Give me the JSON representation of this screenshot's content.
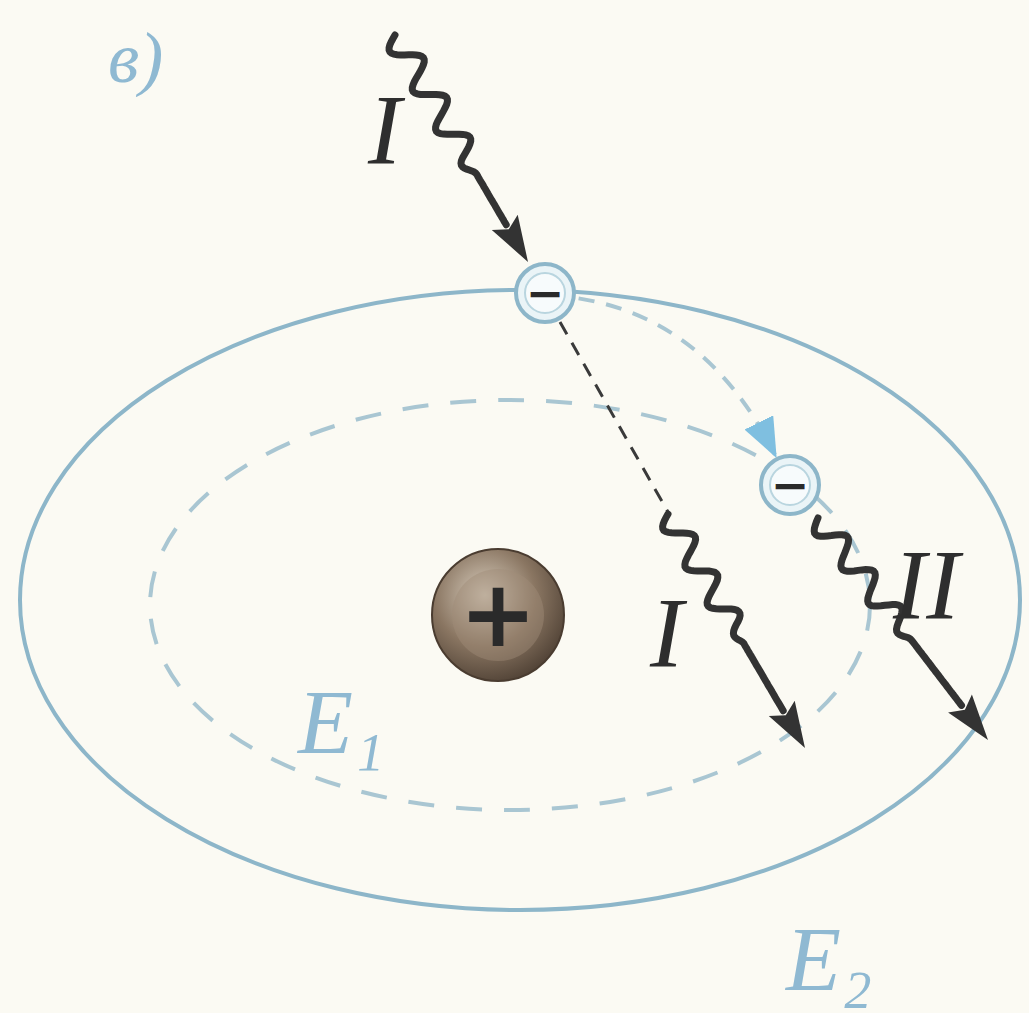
{
  "diagram": {
    "nodes": [
      {
        "text": [
          "−"
        ]
      },
      {
        "text": [
          "−"
        ]
      },
      {
        "text": [
          "+"
        ]
      }
    ],
    "edges": [
      {
        "from": 0,
        "to": 1,
        "arrow": "to"
      }
    ],
    "labels": [
      "в)",
      "I",
      "I",
      "II",
      "E₁",
      "E₂"
    ]
  }
}
